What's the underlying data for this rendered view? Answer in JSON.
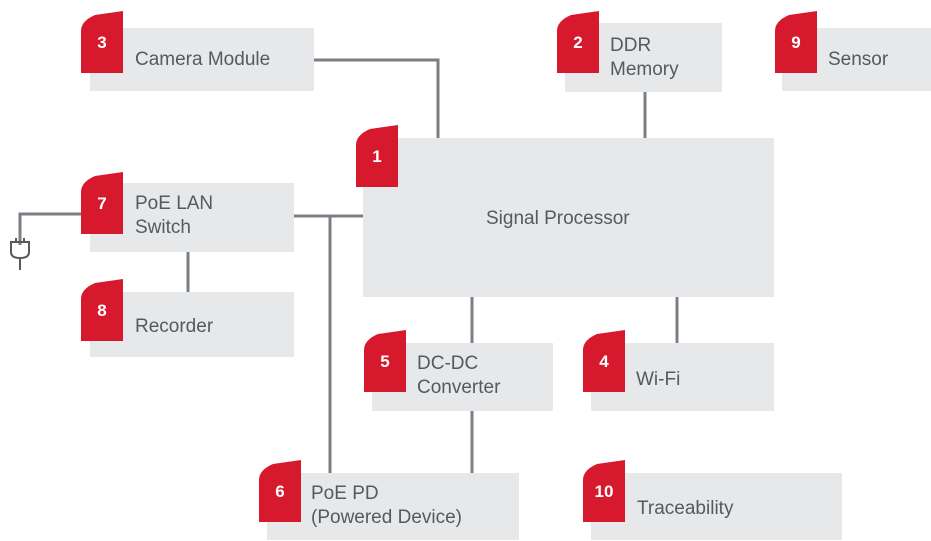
{
  "colors": {
    "box": "#e6e8ea",
    "badge": "#d7192d",
    "wire": "#7b7f84",
    "text": "#555a5f"
  },
  "nodes": {
    "camera": {
      "num": "3",
      "label": "Camera Module"
    },
    "ddr": {
      "num": "2",
      "label": "DDR\nMemory"
    },
    "sensor": {
      "num": "9",
      "label": "Sensor"
    },
    "processor": {
      "num": "1",
      "label": "Signal Processor"
    },
    "poe_switch": {
      "num": "7",
      "label": "PoE LAN\nSwitch"
    },
    "recorder": {
      "num": "8",
      "label": "Recorder"
    },
    "dcdc": {
      "num": "5",
      "label": "DC-DC\nConverter"
    },
    "wifi": {
      "num": "4",
      "label": "Wi-Fi"
    },
    "poe_pd": {
      "num": "6",
      "label": "PoE PD\n(Powered Device)"
    },
    "traceability": {
      "num": "10",
      "label": "Traceability"
    }
  },
  "icons": {
    "power_plug": "power-plug-icon"
  }
}
